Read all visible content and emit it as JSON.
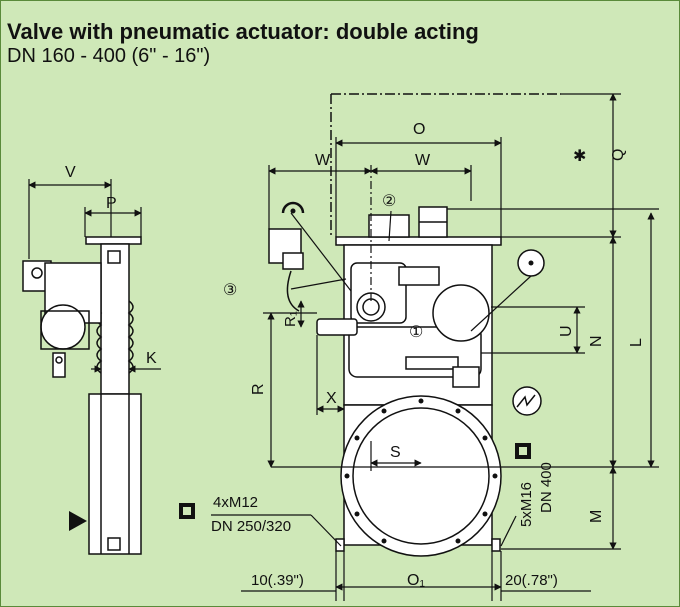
{
  "header": {
    "title": "Valve with pneumatic actuator: double acting",
    "subtitle": "DN 160 - 400 (6\" - 16\")"
  },
  "dimensions": {
    "V": "V",
    "P": "P",
    "K": "K",
    "W_left": "W",
    "W_right": "W",
    "O": "O",
    "Q": "Q",
    "N": "N",
    "L": "L",
    "U": "U",
    "R": "R",
    "R1": "R₁",
    "X": "X",
    "S": "S",
    "M": "M",
    "O1": "O₁"
  },
  "callouts": {
    "c1": "①",
    "c2": "②",
    "c3": "③",
    "asterisk": "✱"
  },
  "bolts_small": {
    "label": "4xM12",
    "dn": "DN 250/320"
  },
  "bolts_large": {
    "label": "5xM16",
    "dn": "DN 400"
  },
  "bottom_dims": {
    "left": "10(.39\")",
    "right": "20(.78\")"
  },
  "colors": {
    "background": "#cfe8b8",
    "border": "#5a8a3a",
    "line": "#111111"
  }
}
